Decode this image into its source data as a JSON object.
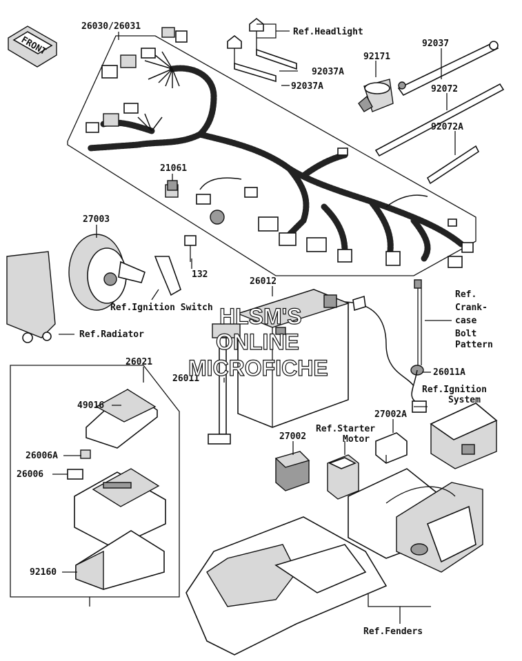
{
  "front_badge": "FRONT",
  "watermark": {
    "line1": "HLSM'S",
    "line2": "ONLINE",
    "line3": "MICROFICHE"
  },
  "labels": {
    "p26030": "26030/26031",
    "ref_headlight": "Ref.Headlight",
    "p92037": "92037",
    "p92171": "92171",
    "p92037A_1": "92037A",
    "p92037A_2": "92037A",
    "p92072": "92072",
    "p92072A": "92072A",
    "p21061": "21061",
    "p27003": "27003",
    "p132": "132",
    "ref_ignition_switch": "Ref.Ignition Switch",
    "ref_radiator": "Ref.Radiator",
    "p26012": "26012",
    "ref_crankcase_1": "Ref.",
    "ref_crankcase_2": "Crank-",
    "ref_crankcase_3": "case",
    "ref_crankcase_4": "Bolt",
    "ref_crankcase_5": "Pattern",
    "p26021": "26021",
    "p26011": "26011",
    "p26011A": "26011A",
    "p49016": "49016",
    "ref_ignition_system_1": "Ref.Ignition",
    "ref_ignition_system_2": "System",
    "p27002A": "27002A",
    "ref_starter_motor_1": "Ref.Starter",
    "ref_starter_motor_2": "Motor",
    "p27002": "27002",
    "p26006A": "26006A",
    "p26006": "26006",
    "p92160": "92160",
    "ref_fenders": "Ref.Fenders"
  }
}
